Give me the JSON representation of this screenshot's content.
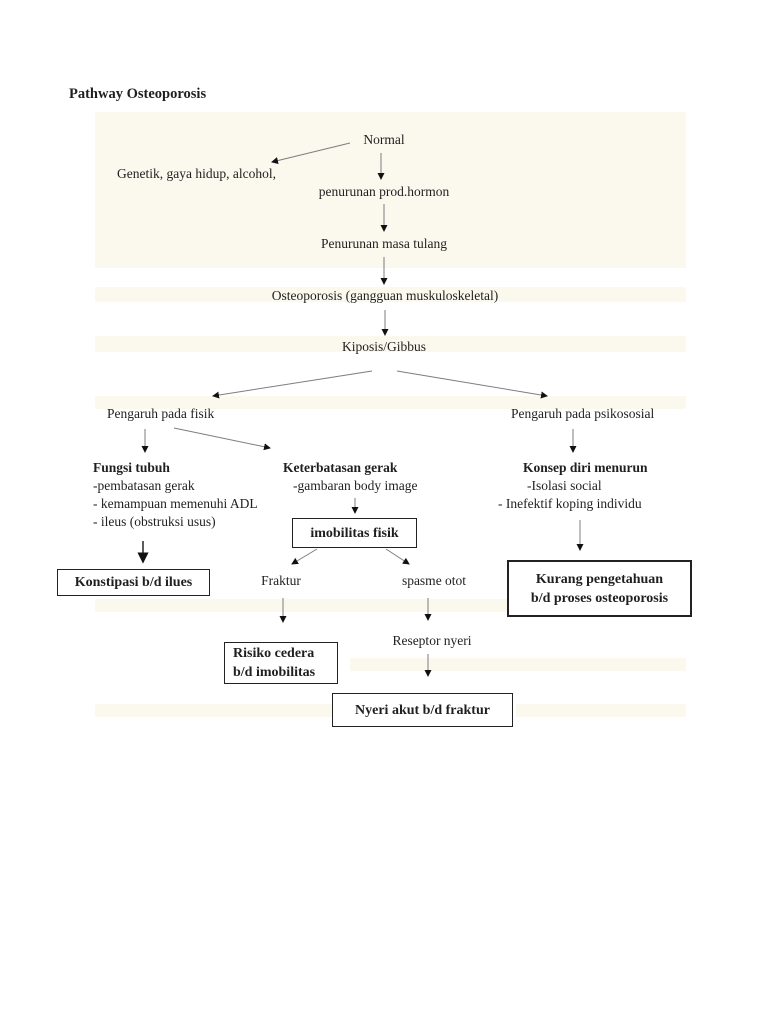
{
  "page": {
    "title": "Pathway Osteoporosis"
  },
  "flow": {
    "normal": "Normal",
    "genetik": "Genetik, gaya hidup, alcohol,",
    "penurunan_prod_hormon": "penurunan prod.hormon",
    "penurunan_masa_tulang": "Penurunan masa tulang",
    "osteoporosis": "Osteoporosis (gangguan muskuloskeletal)",
    "kiposis_gibbus": "Kiposis/Gibbus",
    "pengaruh_pada_fisik": "Pengaruh pada fisik",
    "pengaruh_pada_psikososial": "Pengaruh pada psikososial"
  },
  "branches": {
    "fungsi_tubuh": {
      "title": "Fungsi tubuh",
      "items": [
        "-pembatasan gerak",
        "- kemampuan memenuhi ADL",
        "- ileus (obstruksi usus)"
      ]
    },
    "keterbatasan_gerak": {
      "title": "Keterbatasan gerak",
      "items": [
        "-gambaran body image"
      ]
    },
    "konsep_diri_menurun": {
      "title": "Konsep diri menurun",
      "items": [
        "-Isolasi social",
        "- Inefektif koping individu"
      ]
    }
  },
  "labels": {
    "fraktur": "Fraktur",
    "spasme_otot": "spasme otot",
    "reseptor_nyeri": "Reseptor nyeri"
  },
  "boxes": {
    "imobilitas_fisik": "imobilitas fisik",
    "konstipasi": "Konstipasi b/d ilues",
    "kurang_pengetahuan": {
      "line1": "Kurang pengetahuan",
      "line2": "b/d proses osteoporosis"
    },
    "risiko_cedera": {
      "line1": "Risiko cedera",
      "line2": "b/d imobilitas"
    },
    "nyeri_akut": "Nyeri akut b/d fraktur"
  }
}
